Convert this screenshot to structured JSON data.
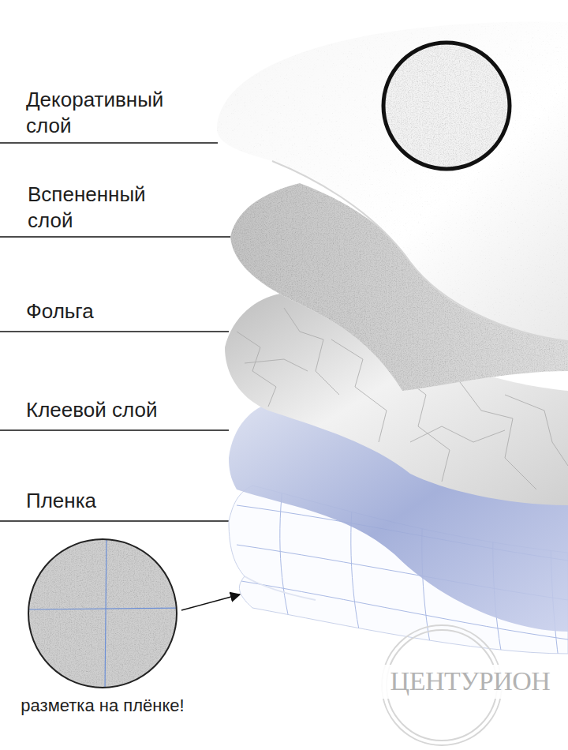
{
  "diagram": {
    "labels": [
      "Декоративный слой",
      "Вспененный слой",
      "Фольга",
      "Клеевой слой",
      "Пленка",
      "разметка на плёнке!",
      "ЦЕНТУРИОН"
    ]
  }
}
